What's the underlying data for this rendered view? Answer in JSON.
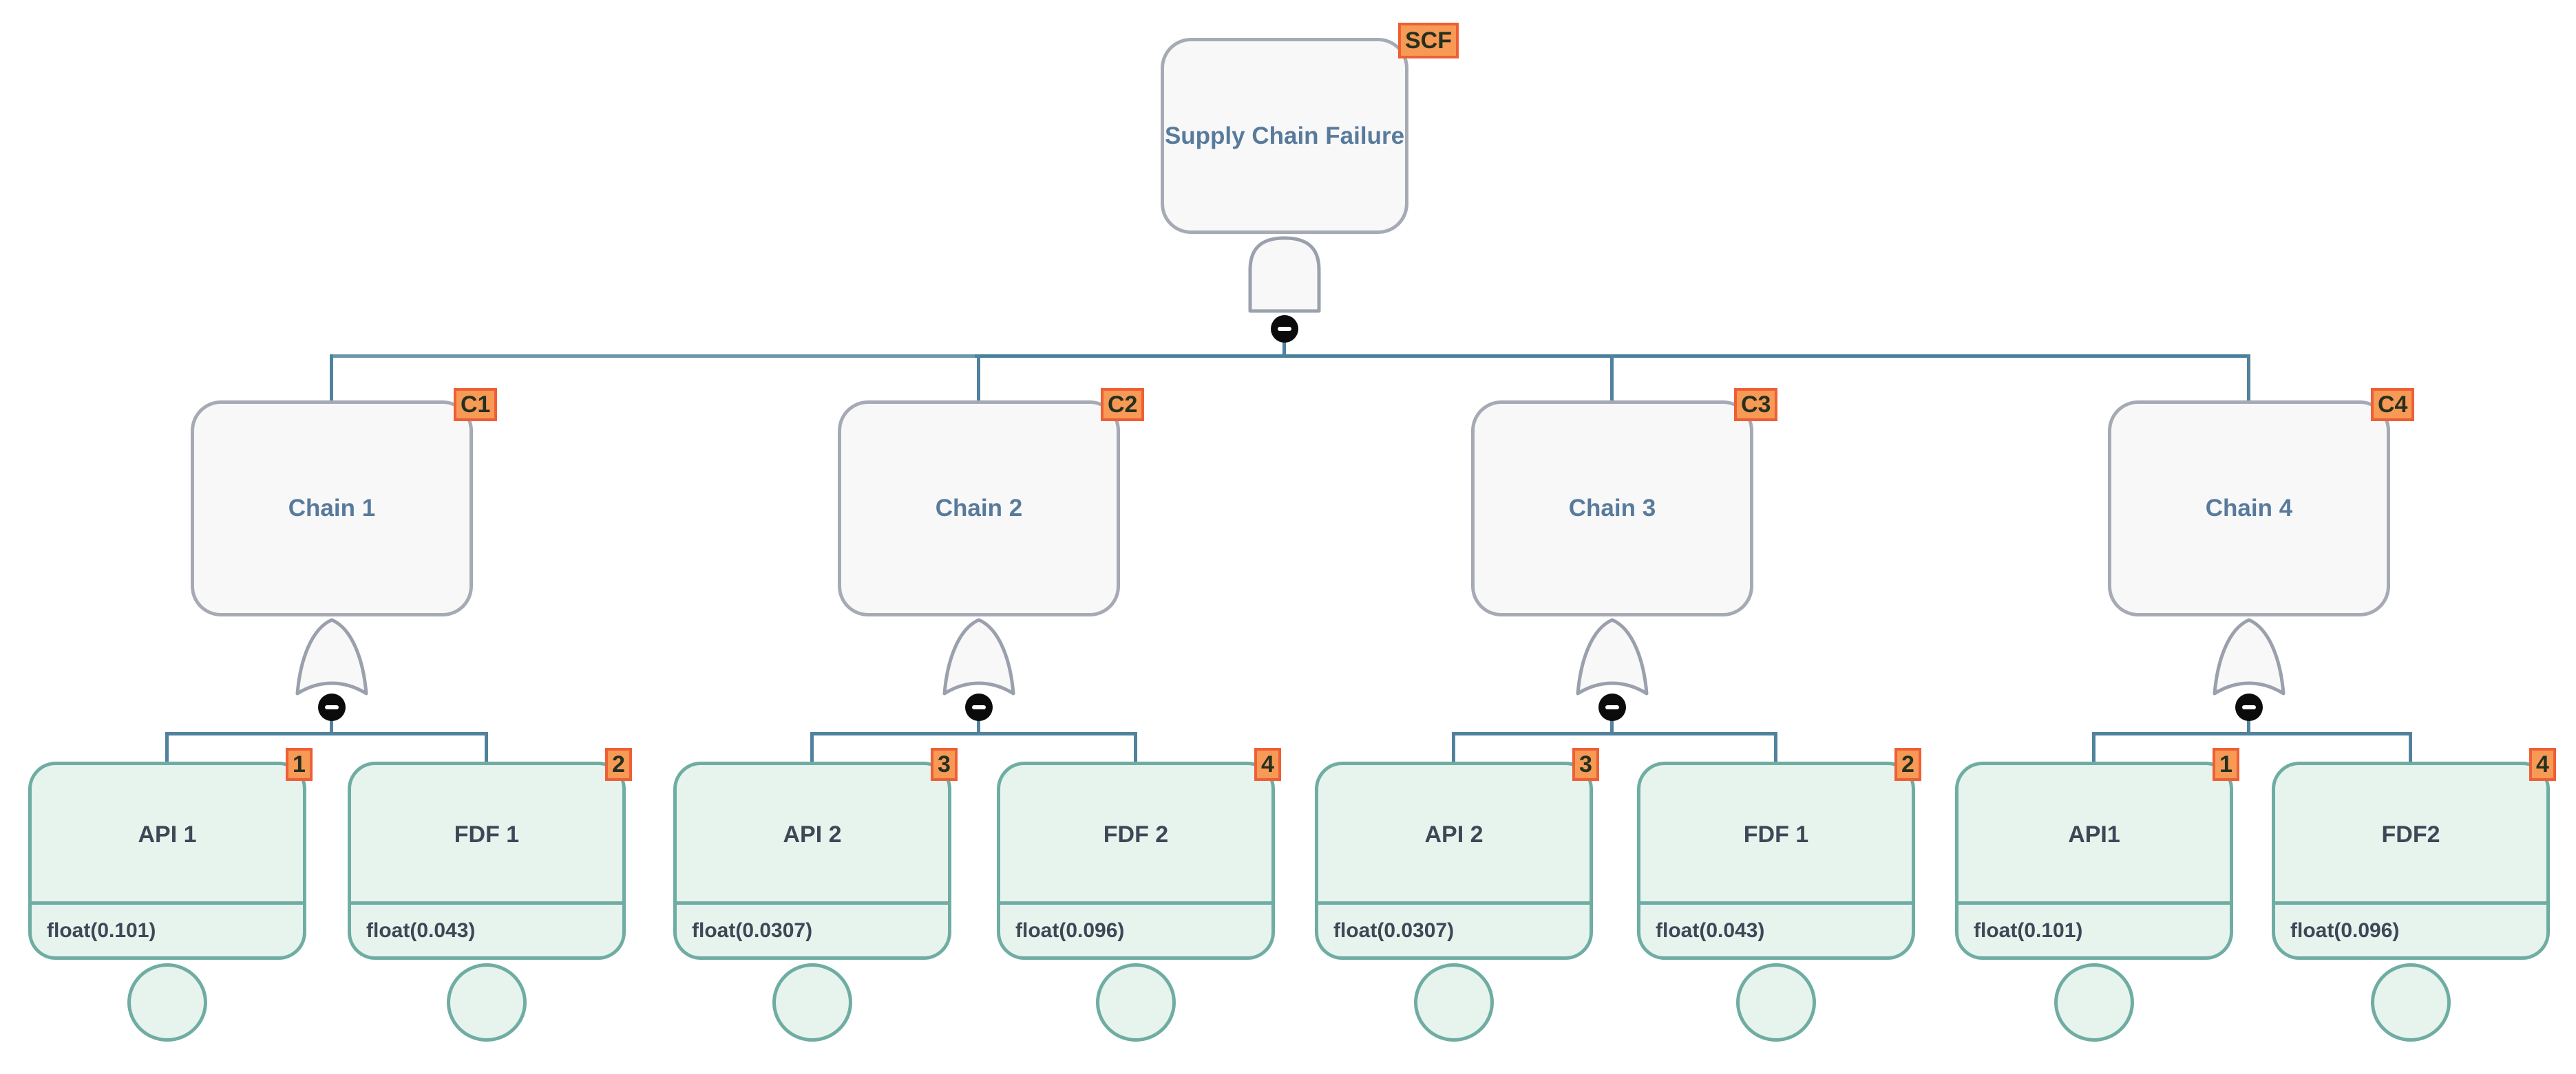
{
  "top_event": {
    "label": "Supply Chain Failure",
    "badge": "SCF",
    "gate_type": "AND"
  },
  "chains": [
    {
      "label": "Chain 1",
      "badge": "C1",
      "gate_type": "OR",
      "events": [
        {
          "label": "API 1",
          "badge": "1",
          "value": "float(0.101)"
        },
        {
          "label": "FDF 1",
          "badge": "2",
          "value": "float(0.043)"
        }
      ]
    },
    {
      "label": "Chain 2",
      "badge": "C2",
      "gate_type": "OR",
      "events": [
        {
          "label": "API 2",
          "badge": "3",
          "value": "float(0.0307)"
        },
        {
          "label": "FDF 2",
          "badge": "4",
          "value": "float(0.096)"
        }
      ]
    },
    {
      "label": "Chain 3",
      "badge": "C3",
      "gate_type": "OR",
      "events": [
        {
          "label": "API 2",
          "badge": "3",
          "value": "float(0.0307)"
        },
        {
          "label": "FDF 1",
          "badge": "2",
          "value": "float(0.043)"
        }
      ]
    },
    {
      "label": "Chain 4",
      "badge": "C4",
      "gate_type": "OR",
      "events": [
        {
          "label": "API1",
          "badge": "1",
          "value": "float(0.101)"
        },
        {
          "label": "FDF2",
          "badge": "4",
          "value": "float(0.096)"
        }
      ]
    }
  ],
  "icons": {
    "top_gate": "and-gate",
    "chain_gate": "or-gate",
    "collapse": "minus-circle",
    "basic_event": "circle"
  },
  "colors": {
    "connector": "#50829e",
    "connector_dark": "#47809b",
    "connector_light": "#6b97ab",
    "node_border": "#a6aab4",
    "node_fill": "#f8f8f9",
    "leaf_border": "#6fada3",
    "leaf_fill": "#e7f3ed",
    "badge_fill": "#f69a56",
    "badge_border": "#ef5f35",
    "intermediate_label": "#587a9b",
    "leaf_text": "#3c4856"
  }
}
